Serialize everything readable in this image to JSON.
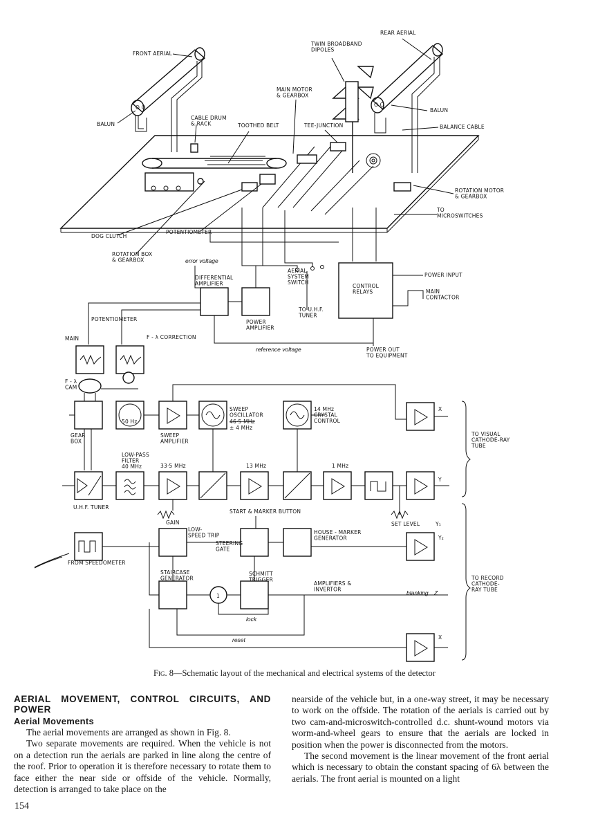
{
  "figure": {
    "labels": {
      "front_aerial": "FRONT AERIAL",
      "rear_aerial": "REAR AERIAL",
      "twin_dipoles": "TWIN BROADBAND\nDIPOLES",
      "balun_left": "BALUN",
      "balun_right": "BALUN",
      "main_motor": "MAIN MOTOR\n& GEARBOX",
      "cable_drum": "CABLE DRUM\n& RACK",
      "toothed_belt": "TOOTHED BELT",
      "tee_junction": "TEE-JUNCTION",
      "balance_cable": "BALANCE CABLE",
      "rotation_motor": "ROTATION MOTOR\n& GEARBOX",
      "to_microswitches": "TO\nMICROSWITCHES",
      "dog_clutch": "DOG CLUTCH",
      "potentiometer_top": "POTENTIOMETER",
      "rotation_box": "ROTATION BOX\n& GEARBOX",
      "error_voltage": "error voltage",
      "differential_amplifier": "DIFFERENTIAL\nAMPLIFIER",
      "aerial_system_switch": "AERIAL\nSYSTEM\nSWITCH",
      "control_relays": "CONTROL\nRELAYS",
      "power_input": "POWER INPUT",
      "main_contactor": "MAIN\nCONTACTOR",
      "to_uhf_tuner": "TO U.H.F.\nTUNER",
      "power_amplifier": "POWER\nAMPLIFIER",
      "potentiometer_mid": "POTENTIOMETER",
      "f_lambda_correction": "F - λ CORRECTION",
      "main": "MAIN",
      "reference_voltage": "reference voltage",
      "power_out": "POWER OUT\nTO EQUIPMENT",
      "f_lambda_cam": "F - λ\nCAM",
      "gear_box": "GEAR\nBOX",
      "osc_50hz": "50 Hz",
      "sweep_amplifier": "SWEEP\nAMPLIFIER",
      "sweep_oscillator": "SWEEP\nOSCILLATOR",
      "sweep_freq_struck": "46·5 MHz",
      "sweep_freq": "± 4 MHz",
      "crystal_control": "14 MHz\nCRYSTAL\nCONTROL",
      "x_top": "X",
      "to_visual_crt": "TO VISUAL\nCATHODE-RAY\nTUBE",
      "low_pass_filter": "LOW-PASS\nFILTER\n40 MHz",
      "f_33_5": "33·5 MHz",
      "f_13": "13 MHz",
      "f_1": "1 MHz",
      "y": "Y",
      "uhf_tuner": "U.H.F. TUNER",
      "gain": "GAIN",
      "start_marker": "START & MARKER BUTTON",
      "set_level": "SET LEVEL",
      "y1": "Y₁",
      "low_speed_trip": "LOW-\nSPEED TRIP",
      "steering_gate": "STEERING\nGATE",
      "house_marker": "HOUSE - MARKER\nGENERATOR",
      "y2": "Y₂",
      "from_speedometer": "FROM SPEEDOMETER",
      "schmitt_trigger": "SCHMITT\nTRIGGER",
      "staircase_generator": "STAIRCASE\nGENERATOR",
      "amplifiers_invertor": "AMPLIFIERS &\nINVERTOR",
      "blanking": "blanking",
      "z": "Z",
      "to_record_crt": "TO RECORD\nCATHODE-\nRAY TUBE",
      "one": "1",
      "lock": "lock",
      "reset": "reset",
      "x_bottom": "X"
    }
  },
  "caption": {
    "fig": "Fig. 8",
    "text": "—Schematic layout of the mechanical and electrical systems of the detector"
  },
  "left_column": {
    "section_heading": "AERIAL MOVEMENT, CONTROL CIRCUITS, AND POWER",
    "subheading": "Aerial Movements",
    "para1": "The aerial movements are arranged as shown in Fig. 8.",
    "para2": "Two separate movements are required. When the vehicle is not on a detection run the aerials are parked in line along the centre of the roof. Prior to operation it is therefore necessary to rotate them to face either the near side or offside of the vehicle. Normally, detection is arranged to take place on the"
  },
  "right_column": {
    "para1": "nearside of the vehicle but, in a one-way street, it may be necessary to work on the offside. The rotation of the aerials is carried out by two cam-and-microswitch-controlled d.c. shunt-wound motors via worm-and-wheel gears to ensure that the aerials are locked in position when the power is disconnected from the motors.",
    "para2": "The second movement is the linear movement of the front aerial which is necessary to obtain the constant spacing of 6λ between the aerials. The front aerial is mounted on a light"
  },
  "page_number": "154"
}
